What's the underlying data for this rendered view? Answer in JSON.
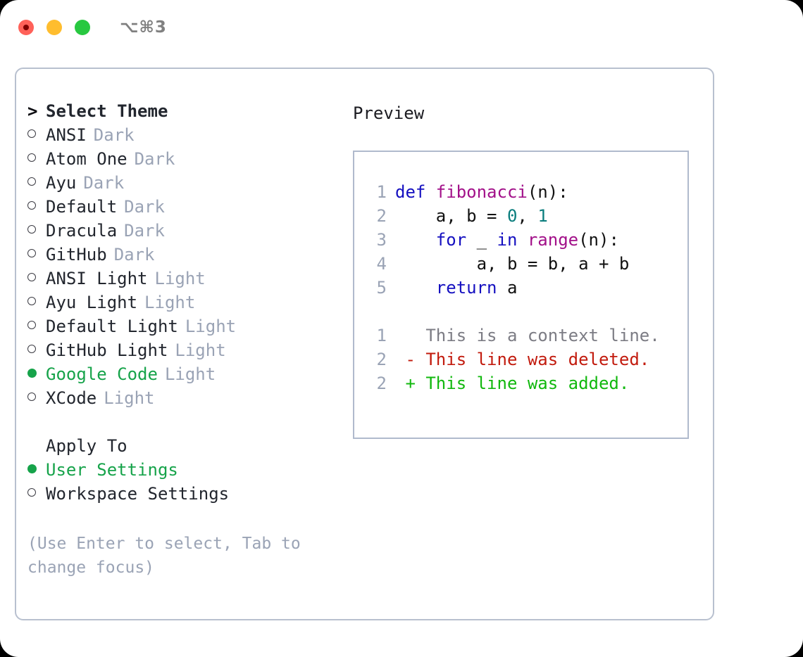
{
  "titlebar": {
    "shortcut": "⌥⌘3",
    "buttons": [
      {
        "name": "close",
        "color": "#ff6159"
      },
      {
        "name": "minimize",
        "color": "#ffbd2e"
      },
      {
        "name": "maximize",
        "color": "#28c840"
      }
    ]
  },
  "theme_list": {
    "header_marker": ">",
    "header_label": "Select Theme",
    "items": [
      {
        "marker": "o",
        "label": "ANSI",
        "variant": "Dark",
        "selected": false
      },
      {
        "marker": "o",
        "label": "Atom One",
        "variant": "Dark",
        "selected": false
      },
      {
        "marker": "o",
        "label": "Ayu",
        "variant": "Dark",
        "selected": false
      },
      {
        "marker": "o",
        "label": "Default",
        "variant": "Dark",
        "selected": false
      },
      {
        "marker": "o",
        "label": "Dracula",
        "variant": "Dark",
        "selected": false
      },
      {
        "marker": "o",
        "label": "GitHub",
        "variant": "Dark",
        "selected": false
      },
      {
        "marker": "o",
        "label": "ANSI Light",
        "variant": "Light",
        "selected": false
      },
      {
        "marker": "o",
        "label": "Ayu Light",
        "variant": "Light",
        "selected": false
      },
      {
        "marker": "o",
        "label": "Default Light",
        "variant": "Light",
        "selected": false
      },
      {
        "marker": "o",
        "label": "GitHub Light",
        "variant": "Light",
        "selected": false
      },
      {
        "marker": "●",
        "label": "Google Code",
        "variant": "Light",
        "selected": true
      },
      {
        "marker": "o",
        "label": "XCode",
        "variant": "Light",
        "selected": false
      }
    ]
  },
  "apply_to": {
    "title": "Apply To",
    "items": [
      {
        "marker": "●",
        "label": "User Settings",
        "selected": true
      },
      {
        "marker": "o",
        "label": "Workspace Settings",
        "selected": false
      }
    ]
  },
  "hint": "(Use Enter to select, Tab to change focus)",
  "preview": {
    "title": "Preview",
    "code_lines": [
      {
        "n": "1",
        "tokens": [
          {
            "t": "def ",
            "c": "kw"
          },
          {
            "t": "fibonacci",
            "c": "fn"
          },
          {
            "t": "(n):",
            "c": "pl"
          }
        ]
      },
      {
        "n": "2",
        "tokens": [
          {
            "t": "    a, b = ",
            "c": "pl"
          },
          {
            "t": "0",
            "c": "num"
          },
          {
            "t": ", ",
            "c": "pl"
          },
          {
            "t": "1",
            "c": "num"
          }
        ]
      },
      {
        "n": "3",
        "tokens": [
          {
            "t": "    for ",
            "c": "kw"
          },
          {
            "t": "_ ",
            "c": "pl"
          },
          {
            "t": "in ",
            "c": "kw"
          },
          {
            "t": "range",
            "c": "fn"
          },
          {
            "t": "(n):",
            "c": "pl"
          }
        ]
      },
      {
        "n": "4",
        "tokens": [
          {
            "t": "        a, b = b, a + b",
            "c": "pl"
          }
        ]
      },
      {
        "n": "5",
        "tokens": [
          {
            "t": "    return ",
            "c": "kw"
          },
          {
            "t": "a",
            "c": "pl"
          }
        ]
      }
    ],
    "diff_lines": [
      {
        "n": "1",
        "sign": " ",
        "text": "This is a context line.",
        "kind": "ctx"
      },
      {
        "n": "2",
        "sign": "-",
        "text": "This line was deleted.",
        "kind": "del"
      },
      {
        "n": "2",
        "sign": "+",
        "text": "This line was added.",
        "kind": "add"
      }
    ]
  },
  "colors": {
    "accent_green": "#16a34a",
    "muted": "#9aa3b5",
    "keyword": "#1510c0",
    "function": "#a21089",
    "number": "#0a7d7d",
    "diff_deleted": "#c21b0e",
    "diff_added": "#11b80e",
    "border": "#b8c0cf"
  }
}
